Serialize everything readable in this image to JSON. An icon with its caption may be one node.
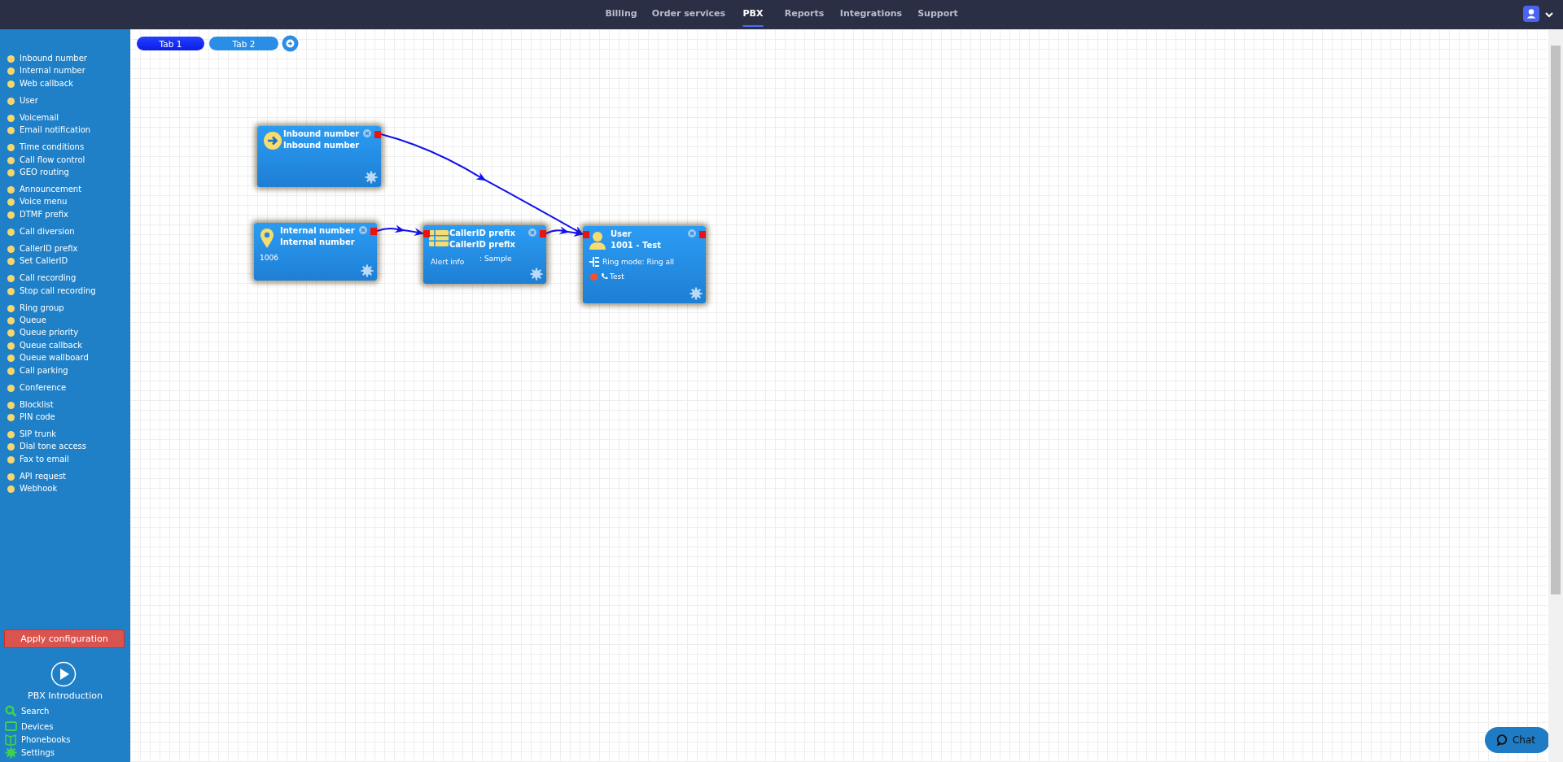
{
  "diagram": {
    "nodes": [
      {
        "text": [
          "Inbound number",
          "Inbound number"
        ]
      },
      {
        "text": [
          "Internal number",
          "Internal number",
          "1006"
        ]
      },
      {
        "text": [
          "CallerID prefix",
          "CallerID prefix",
          "Alert info",
          ": Sample"
        ]
      },
      {
        "text": [
          "User",
          "1001 - Test",
          "Ring mode: Ring all",
          "Test"
        ]
      }
    ],
    "edges": [
      {
        "from": 0,
        "to": 3,
        "arrow": "to"
      },
      {
        "from": 1,
        "to": 2,
        "arrow": "to"
      },
      {
        "from": 2,
        "to": 3,
        "arrow": "to"
      }
    ],
    "labels": [
      "Billing",
      "Order services",
      "PBX",
      "Reports",
      "Integrations",
      "Support",
      "Tab 1",
      "Tab 2",
      "Inbound number",
      "Internal number",
      "Web callback",
      "User",
      "Voicemail",
      "Email notification",
      "Time conditions",
      "Call flow control",
      "GEO routing",
      "Announcement",
      "Voice menu",
      "DTMF prefix",
      "Call diversion",
      "CallerID prefix",
      "Set CallerID",
      "Call recording",
      "Stop call recording",
      "Ring group",
      "Queue",
      "Queue priority",
      "Queue callback",
      "Queue wallboard",
      "Call parking",
      "Conference",
      "Blocklist",
      "PIN code",
      "SIP trunk",
      "Dial tone access",
      "Fax to email",
      "API request",
      "Webhook",
      "Apply configuration",
      "PBX Introduction",
      "Search",
      "Devices",
      "Phonebooks",
      "Settings",
      "Chat"
    ]
  }
}
